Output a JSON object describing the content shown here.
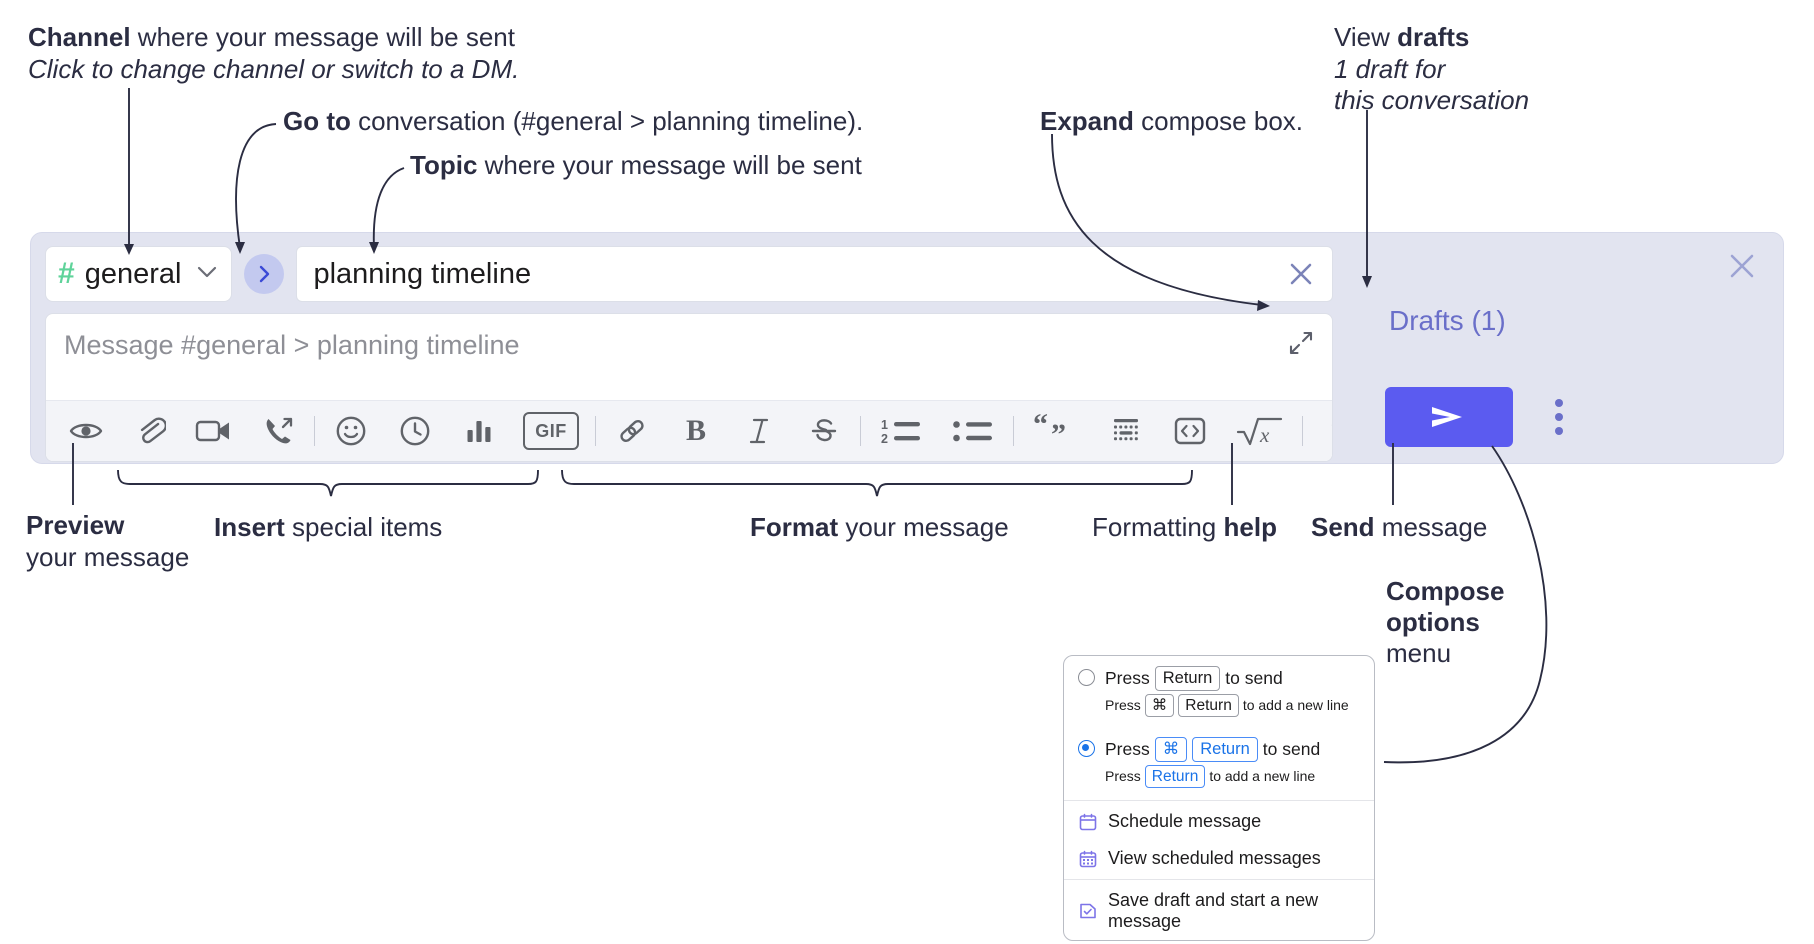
{
  "annotations": {
    "channel": {
      "bold": "Channel",
      "rest": " where your message will be sent",
      "sub": "Click to change channel or switch to a DM."
    },
    "goto": {
      "bold": "Go to",
      "rest": " conversation (#general > planning timeline)."
    },
    "topic": {
      "bold": "Topic",
      "rest": " where your message will be sent"
    },
    "expand": {
      "bold": "Expand",
      "rest": " compose box."
    },
    "drafts": {
      "pre": "View ",
      "bold": "drafts",
      "sub1": "1 draft for",
      "sub2": "this conversation"
    },
    "preview": {
      "bold": "Preview",
      "sub": "your message"
    },
    "insert": {
      "bold": "Insert",
      "rest": " special items"
    },
    "format": {
      "bold": "Format",
      "rest": " your message"
    },
    "help": {
      "pre": "Formatting ",
      "bold": "help"
    },
    "send": {
      "bold": "Send",
      "rest": " message"
    },
    "compose_options": {
      "bold1": "Compose",
      "bold2": "options",
      "rest": "menu"
    }
  },
  "compose": {
    "channel": {
      "hash": "#",
      "name": "general",
      "chevron": "chevron-down"
    },
    "goto_button": "go-to-conversation",
    "topic": {
      "value": "planning timeline",
      "clear": "clear-topic"
    },
    "editor": {
      "placeholder": "Message #general > planning timeline",
      "expand": "expand-compose"
    },
    "toolbar": [
      {
        "name": "preview-message",
        "icon": "eye",
        "label": ""
      },
      {
        "name": "attach-file",
        "icon": "paperclip",
        "label": ""
      },
      {
        "name": "record-video-clip",
        "icon": "video-camera",
        "label": ""
      },
      {
        "name": "record-audio-clip",
        "icon": "phone-arrow",
        "label": ""
      },
      {
        "name": "emoji",
        "icon": "smiley",
        "label": ""
      },
      {
        "name": "schedule-clock",
        "icon": "clock",
        "label": ""
      },
      {
        "name": "create-poll",
        "icon": "bar-chart",
        "label": ""
      },
      {
        "name": "insert-gif",
        "icon": "gif",
        "label": "GIF"
      },
      {
        "name": "insert-link",
        "icon": "link",
        "label": ""
      },
      {
        "name": "bold",
        "icon": "bold",
        "label": "B"
      },
      {
        "name": "italic",
        "icon": "italic",
        "label": "I"
      },
      {
        "name": "strikethrough",
        "icon": "strikethrough",
        "label": "S"
      },
      {
        "name": "ordered-list",
        "icon": "ordered-list",
        "label": ""
      },
      {
        "name": "bulleted-list",
        "icon": "bulleted-list",
        "label": ""
      },
      {
        "name": "blockquote",
        "icon": "quote",
        "label": ""
      },
      {
        "name": "code-block",
        "icon": "code-block",
        "label": ""
      },
      {
        "name": "inline-code",
        "icon": "code-brackets",
        "label": ""
      },
      {
        "name": "math-formula",
        "icon": "square-root-x",
        "label": ""
      },
      {
        "name": "formatting-help",
        "icon": "question-mark",
        "label": "?"
      }
    ],
    "drafts_label": "Drafts (1)",
    "panel_close": "close-compose",
    "send_button": "send-message",
    "options_button": "compose-options"
  },
  "menu": {
    "option_1": {
      "selected": false,
      "line": {
        "press": "Press",
        "key": "Return",
        "tail": "to send"
      },
      "sub": {
        "press": "Press",
        "key1": "⌘",
        "key2": "Return",
        "tail": "to add a new line"
      }
    },
    "option_2": {
      "selected": true,
      "line": {
        "press": "Press",
        "key1": "⌘",
        "key2": "Return",
        "tail": "to send"
      },
      "sub": {
        "press": "Press",
        "key": "Return",
        "tail": "to add a new line"
      }
    },
    "items": [
      {
        "name": "schedule-message",
        "icon": "calendar",
        "label": "Schedule message"
      },
      {
        "name": "view-scheduled-messages",
        "icon": "calendar-grid",
        "label": "View scheduled messages"
      },
      {
        "name": "save-draft-new-message",
        "icon": "save-draft",
        "label": "Save draft and start a new message"
      }
    ]
  },
  "colors": {
    "panel_bg": "#e2e4f0",
    "accent_send": "#5b5bf0",
    "drafts_text": "#6a6fc9",
    "hash_green": "#5fd39a",
    "goto_bg": "#c3c9ef",
    "ink": "#2b2d42"
  }
}
